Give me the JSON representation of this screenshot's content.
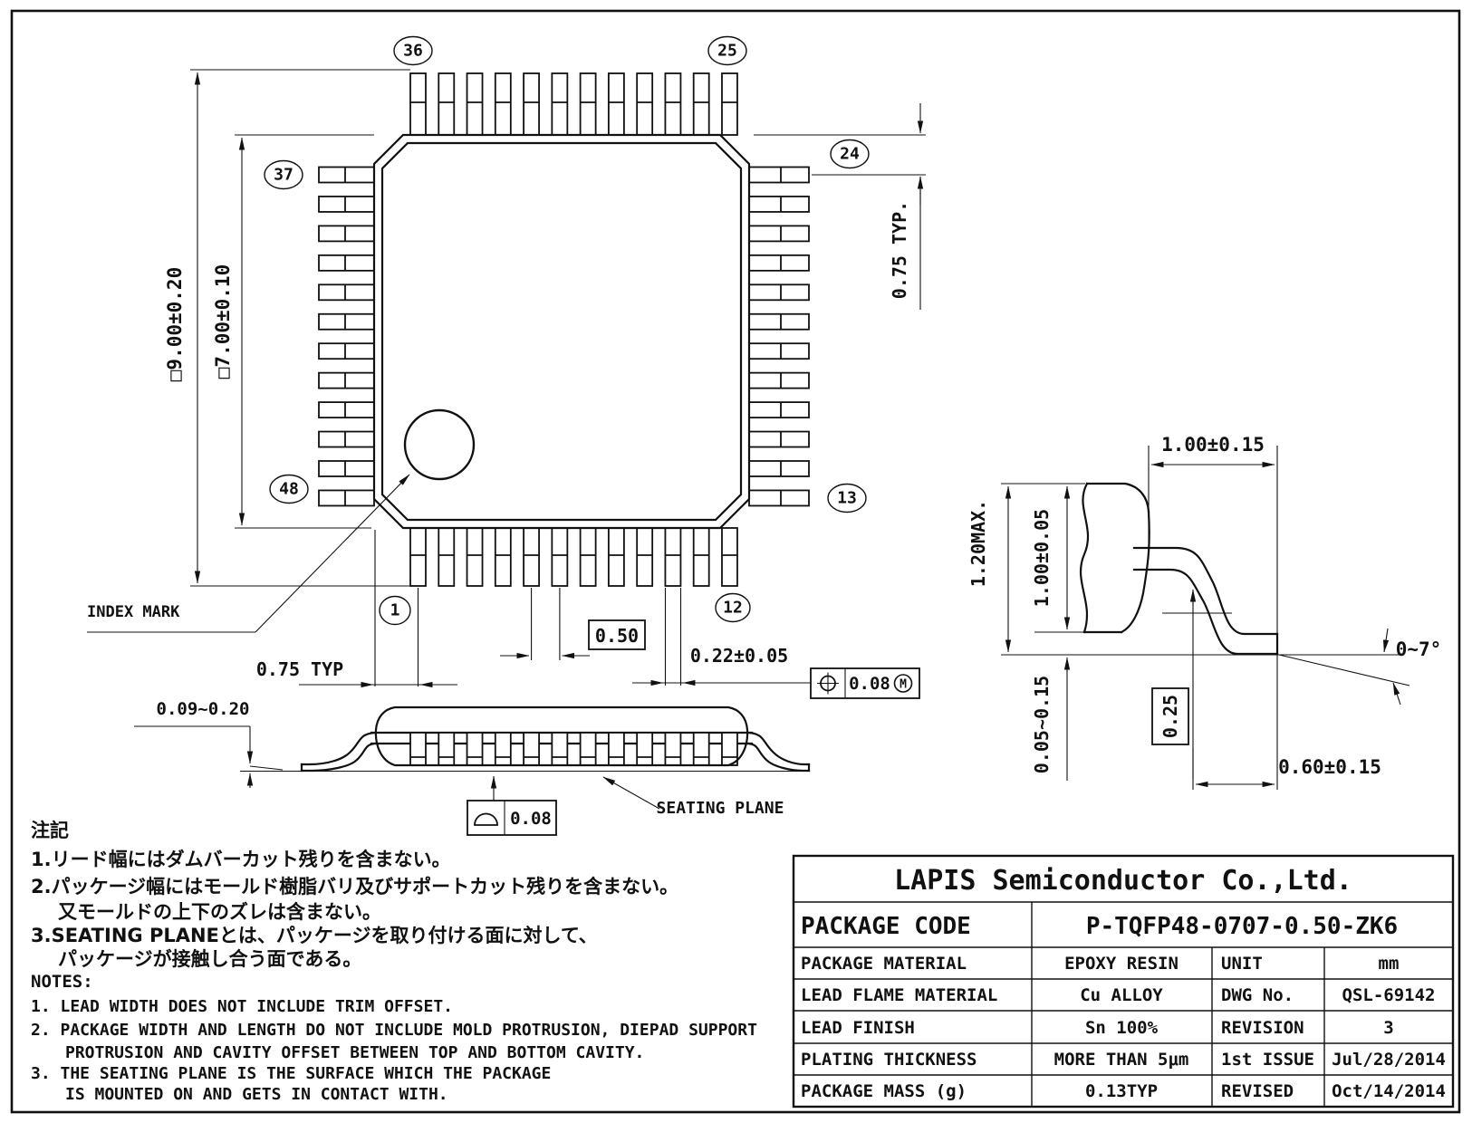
{
  "page": {
    "background": "#ffffff",
    "line_color": "#111111"
  },
  "top_view": {
    "pins_per_side": 12,
    "pin_bubbles": {
      "top_left": "36",
      "top_right": "25",
      "left_top": "37",
      "left_bottom": "48",
      "right_top": "24",
      "right_bottom": "13",
      "bottom_left": "1",
      "bottom_right": "12"
    },
    "dims": {
      "overall": "□9.00±0.20",
      "body": "□7.00±0.10",
      "corner_pitch_right": "0.75 TYP.",
      "corner_pitch_bottom": "0.75 TYP",
      "pitch": "0.50",
      "lead_width": "0.22±0.05",
      "position_tolerance": "0.08",
      "position_modifier": "M"
    },
    "index_mark_label": "INDEX MARK"
  },
  "side_view": {
    "standoff": "0.09~0.20",
    "seating_plane_label": "SEATING PLANE",
    "flatness_tolerance": "0.08"
  },
  "lead_detail": {
    "lead_length": "1.00±0.15",
    "height_max": "1.20MAX.",
    "body_thickness": "1.00±0.05",
    "standoff": "0.05~0.15",
    "gauge_offset": "0.25",
    "foot_angle": "0~7°",
    "foot_length": "0.60±0.15"
  },
  "notes": {
    "jp_title": "注記",
    "jp": [
      "1.リード幅にはダムバーカット残りを含まない。",
      "2.パッケージ幅にはモールド樹脂バリ及びサポートカット残りを含まない。",
      "又モールドの上下のズレは含まない。",
      "3.SEATING PLANEとは、パッケージを取り付ける面に対して、",
      "パッケージが接触し合う面である。"
    ],
    "en_title": "NOTES:",
    "en": [
      "1. LEAD WIDTH DOES NOT INCLUDE TRIM OFFSET.",
      "2. PACKAGE WIDTH AND LENGTH DO NOT INCLUDE MOLD PROTRUSION, DIEPAD SUPPORT",
      "PROTRUSION AND CAVITY OFFSET BETWEEN TOP AND BOTTOM CAVITY.",
      "3. THE SEATING PLANE IS THE SURFACE WHICH THE PACKAGE",
      "IS MOUNTED ON AND GETS IN CONTACT WITH."
    ]
  },
  "title_block": {
    "company": "LAPIS Semiconductor Co.,Ltd.",
    "package_code_label": "PACKAGE CODE",
    "package_code": "P-TQFP48-0707-0.50-ZK6",
    "rows": [
      {
        "label": "PACKAGE MATERIAL",
        "value": "EPOXY RESIN",
        "label2": "UNIT",
        "value2": "mm"
      },
      {
        "label": "LEAD FLAME MATERIAL",
        "value": "Cu ALLOY",
        "label2": "DWG No.",
        "value2": "QSL-69142"
      },
      {
        "label": "LEAD FINISH",
        "value": "Sn  100%",
        "label2": "REVISION",
        "value2": "3"
      },
      {
        "label": "PLATING THICKNESS",
        "value": "MORE THAN 5μm",
        "label2": "1st ISSUE",
        "value2": "Jul/28/2014"
      },
      {
        "label": "PACKAGE MASS (g)",
        "value": "0.13TYP",
        "label2": "REVISED",
        "value2": "Oct/14/2014"
      }
    ]
  }
}
